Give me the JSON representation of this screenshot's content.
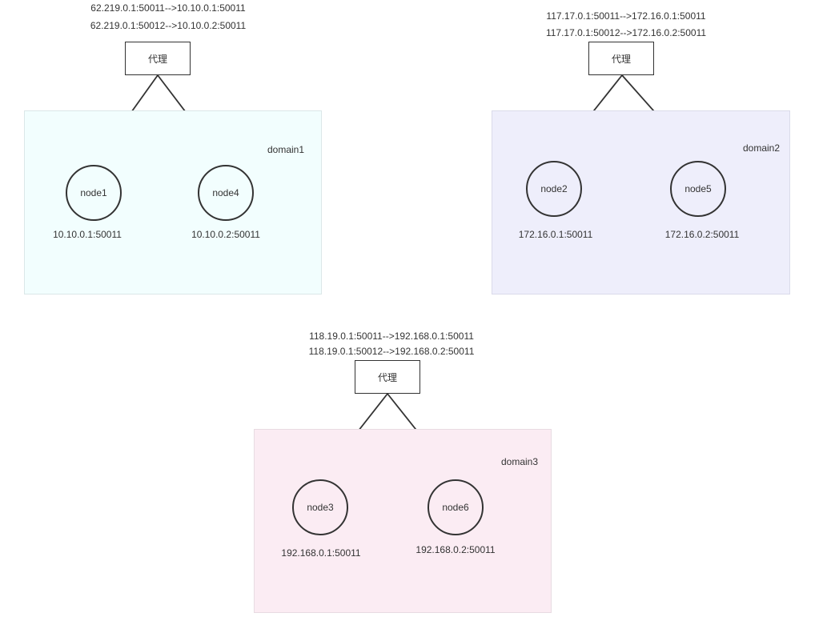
{
  "domains": [
    {
      "name": "domain1",
      "proxy_label": "代理",
      "rules": [
        "62.219.0.1:50011-->10.10.0.1:50011",
        "62.219.0.1:50012-->10.10.0.2:50011"
      ],
      "nodes": [
        {
          "label": "node1",
          "ip": "10.10.0.1:50011"
        },
        {
          "label": "node4",
          "ip": "10.10.0.2:50011"
        }
      ],
      "fill": "#f2fefe",
      "border": "#dbe7e8"
    },
    {
      "name": "domain2",
      "proxy_label": "代理",
      "rules": [
        "117.17.0.1:50011-->172.16.0.1:50011",
        "117.17.0.1:50012-->172.16.0.2:50011"
      ],
      "nodes": [
        {
          "label": "node2",
          "ip": "172.16.0.1:50011"
        },
        {
          "label": "node5",
          "ip": "172.16.0.2:50011"
        }
      ],
      "fill": "#eeeefb",
      "border": "#dadbea"
    },
    {
      "name": "domain3",
      "proxy_label": "代理",
      "rules": [
        "118.19.0.1:50011-->192.168.0.1:50011",
        "118.19.0.1:50012-->192.168.0.2:50011"
      ],
      "nodes": [
        {
          "label": "node3",
          "ip": "192.168.0.1:50011"
        },
        {
          "label": "node6",
          "ip": "192.168.0.2:50011"
        }
      ],
      "fill": "#fbecf3",
      "border": "#e8dbe2"
    }
  ]
}
